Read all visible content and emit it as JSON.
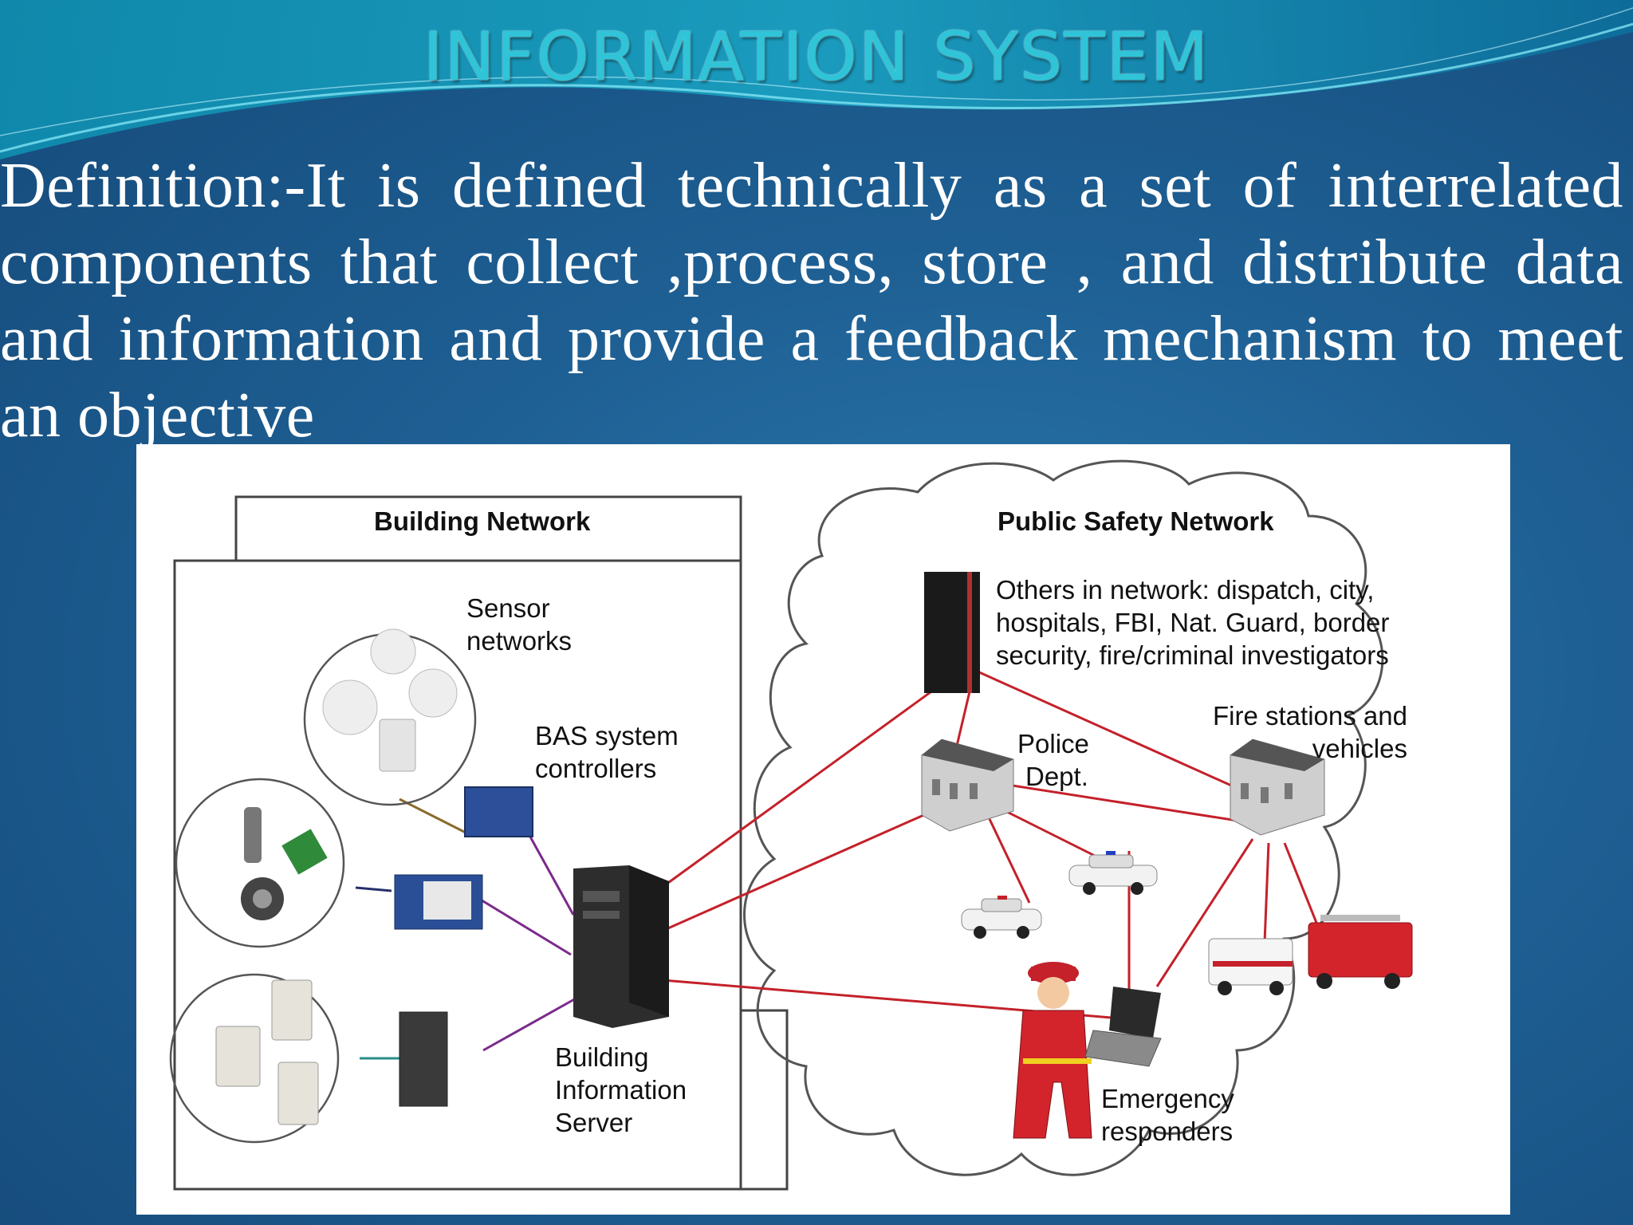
{
  "slide": {
    "title": "INFORMATION SYSTEM",
    "definition": "Definition:-It is defined technically as a set of interrelated components that collect ,process, store , and distribute data and information and provide a feedback mechanism to meet an objective"
  },
  "diagram": {
    "building_network": {
      "header": "Building Network",
      "sensor_label": [
        "Sensor",
        "networks"
      ],
      "bas_label": [
        "BAS system",
        "controllers"
      ],
      "server_label": [
        "Building",
        "Information",
        "Server"
      ]
    },
    "public_safety_network": {
      "header": "Public Safety Network",
      "others_label": [
        "Others in network: dispatch, city,",
        "hospitals, FBI, Nat. Guard, border",
        "security, fire/criminal investigators"
      ],
      "police_label": [
        "Police",
        "Dept."
      ],
      "fire_label": [
        "Fire stations and",
        "vehicles"
      ],
      "responders_label": [
        "Emergency",
        "responders"
      ]
    },
    "colors": {
      "link_red": "#c4212a",
      "link_purple": "#7b2a8c",
      "link_teal": "#2a8c8a",
      "link_navy": "#27306b"
    }
  }
}
